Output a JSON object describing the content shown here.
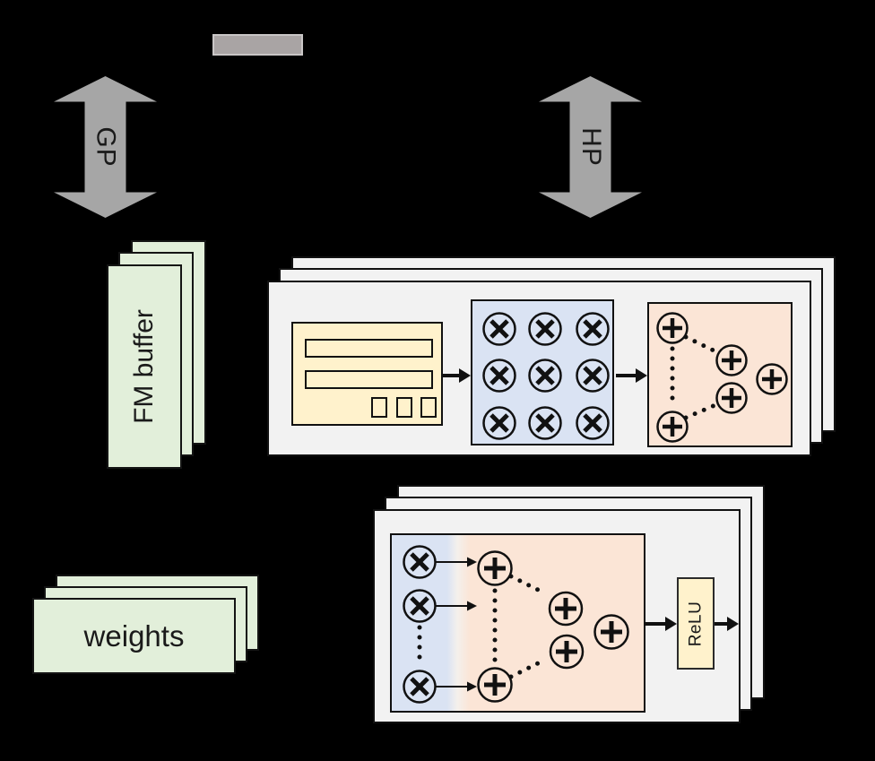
{
  "labels": {
    "gp_port": "GP",
    "hp_port": "HP",
    "fm_buffer": "FM buffer",
    "weights": "weights",
    "relu": "ReLU"
  },
  "colors": {
    "background": "#000000",
    "port_arrow_gray": "#a6a6a6",
    "legend_swatch_gray": "#a9a4a4",
    "buffer_green": "#e2efda",
    "engine_panel_gray": "#f2f2f2",
    "line_buffer_yellow": "#fff2cc",
    "multiplier_blue": "#dae3f3",
    "adder_peach": "#fbe5d6",
    "ink": "#111111"
  },
  "structure": {
    "fm_buffer_stack_count": 3,
    "weights_stack_count": 3,
    "conv_engine_stack_count": 3,
    "pe_engine_stack_count": 3,
    "multiplier_grid": {
      "rows": 3,
      "cols": 3
    },
    "conv_adder_tree_count": 5,
    "pe_multiplier_count": 3,
    "pe_adder_tree_count": 5,
    "line_buffer_rows": 2,
    "line_buffer_cells": 3
  }
}
